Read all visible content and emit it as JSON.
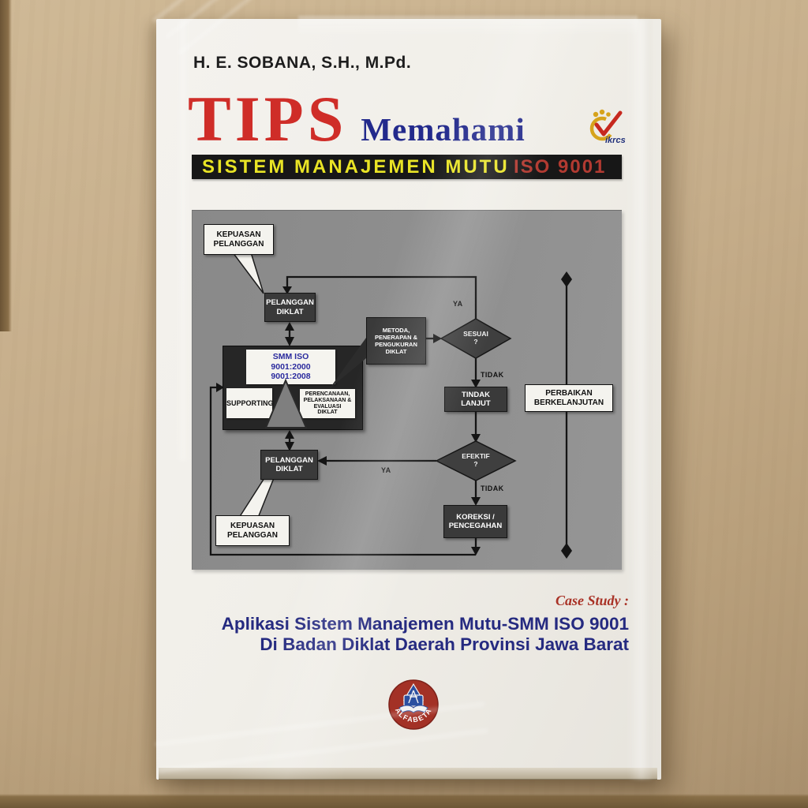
{
  "book": {
    "author": "H. E. SOBANA, S.H., M.Pd.",
    "title": "TIPS",
    "subtitle": "Memahami",
    "band_left": "SISTEM MANAJEMEN MUTU",
    "band_right": "ISO 9001",
    "cert_logo_text": "ikrcs",
    "case_study_label": "Case Study :",
    "case_line1": "Aplikasi Sistem Manajemen Mutu-SMM ISO 9001",
    "case_line2": "Di Badan Diklat Daerah Provinsi Jawa Barat",
    "publisher": "ALFABETA"
  },
  "diagram": {
    "kepuasan_top": [
      "KEPUASAN",
      "PELANGGAN"
    ],
    "pelanggan_top": [
      "PELANGGAN",
      "DIKLAT"
    ],
    "smm": [
      "SMM ISO",
      "9001:2000",
      "9001:2008"
    ],
    "supporting": "SUPPORTING",
    "perencanaan": [
      "PERENCANAAN,",
      "PELAKSANAAN &",
      "EVALUASI",
      "DIKLAT"
    ],
    "metoda": [
      "METODA,",
      "PENERAPAN &",
      "PENGUKURAN",
      "DIKLAT"
    ],
    "sesuai": [
      "SESUAI",
      "?"
    ],
    "tindak": [
      "TINDAK",
      "LANJUT"
    ],
    "efektif": [
      "EFEKTIF",
      "?"
    ],
    "koreksi": [
      "KOREKSI /",
      "PENCEGAHAN"
    ],
    "pelanggan_bottom": [
      "PELANGGAN",
      "DIKLAT"
    ],
    "kepuasan_bottom": [
      "KEPUASAN",
      "PELANGGAN"
    ],
    "perbaikan": [
      "PERBAIKAN",
      "BERKELANJUTAN"
    ],
    "ya_top": "YA",
    "tidak_top": "TIDAK",
    "ya_left": "YA",
    "tidak_bottom": "TIDAK"
  },
  "colors": {
    "title_red": "#cf2d28",
    "subtitle_navy": "#232a8c",
    "band_bg": "#171717",
    "band_yellow": "#e9e425",
    "band_red": "#b23a31",
    "case_red": "#a93226",
    "bottom_navy": "#252a80",
    "panel_gray": "#8f8f8f",
    "box_dark": "#3a3a3a",
    "smm_blue": "#2b2b9e",
    "alfabeta_red": "#a33126"
  }
}
